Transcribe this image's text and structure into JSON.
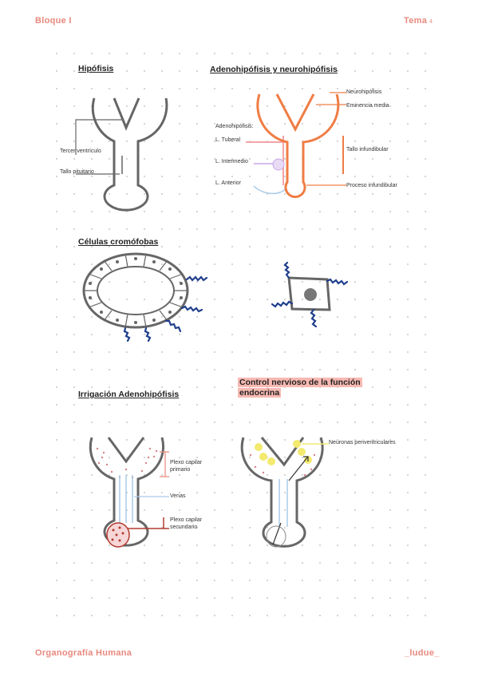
{
  "header": {
    "left": "Bloque I",
    "right": "Tema",
    "right_number": "4"
  },
  "footer": {
    "left": "Organografía Humana",
    "right": "_ludue_"
  },
  "sections": {
    "hipofisis": {
      "title": "Hipófisis",
      "labels": [
        "Tercer ventrículo",
        "Tallo pituitario"
      ]
    },
    "adeno_neuro": {
      "title": "Adenohipófisis y neurohipófisis",
      "labels_right": [
        "Neurohipófisis",
        "Eminencia media",
        "Tallo infundibular",
        "Proceso infundibular"
      ],
      "adenohipofisis_label": "Adenohipófisis:",
      "labels_left": [
        "L. Tuberal",
        "L. Intermedio",
        "L. Anterior"
      ]
    },
    "celulas": {
      "title": "Células cromófobas"
    },
    "irrigacion": {
      "title": "Irrigación Adenohipófisis",
      "labels": [
        "Plexo capilar primario",
        "Venas",
        "Plexo capilar secundario"
      ]
    },
    "control": {
      "title_line1": "Control nervioso de la función",
      "title_line2": "endocrina",
      "labels": [
        "Neuronas periventriculares"
      ]
    }
  },
  "colors": {
    "accent": "#e8897e",
    "outline": "#666666",
    "neuro": "#ef7d45",
    "wave": "#1f3f8c",
    "dots": "#b23a30",
    "highlight": "#f7b9b2",
    "pink": "#f2a4a8",
    "lilac": "#c9a6e6",
    "pale_blue": "#a9cbe8",
    "yellow": "#f3ea6e"
  }
}
